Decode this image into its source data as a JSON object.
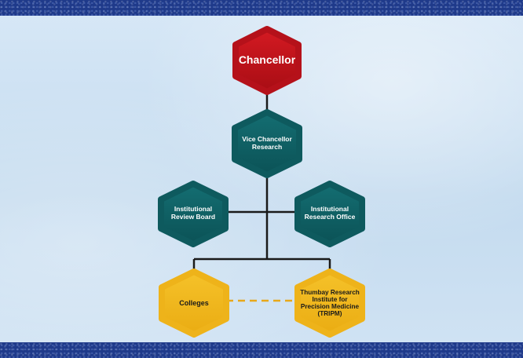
{
  "colors": {
    "band": "#1f3a8a",
    "chancellor": "#c0141c",
    "teal": "#0f5f63",
    "yellow": "#f0b71c",
    "connector": "#1a1a1a",
    "dashed": "#e8a81a"
  },
  "nodes": {
    "chancellor": "Chancellor",
    "vice_chancellor": "Vice Chancellor Research",
    "irb": "Institutional Review Board",
    "iro": "Institutional Research Office",
    "colleges": "Colleges",
    "tripm": "Thumbay Research Institute for Precision Medicine (TRIPM)"
  }
}
